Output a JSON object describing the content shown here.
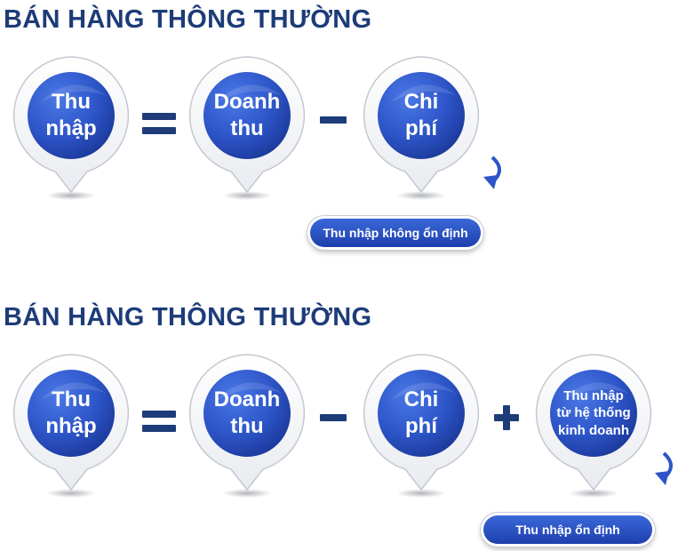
{
  "section1": {
    "title": "BÁN HÀNG THÔNG THƯỜNG",
    "bubbles": [
      {
        "line1": "Thu",
        "line2": "nhập"
      },
      {
        "line1": "Doanh",
        "line2": "thu"
      },
      {
        "line1": "Chi",
        "line2": "phí"
      }
    ],
    "result": "Thu nhập không ổn định"
  },
  "section2": {
    "title": "BÁN HÀNG THÔNG THƯỜNG",
    "bubbles": [
      {
        "line1": "Thu",
        "line2": "nhập"
      },
      {
        "line1": "Doanh",
        "line2": "thu"
      },
      {
        "line1": "Chi",
        "line2": "phí"
      },
      {
        "line1": "Thu nhập",
        "line2": "từ hệ thống",
        "line3": "kinh doanh"
      }
    ],
    "result": "Thu nhập ổn định"
  },
  "colors": {
    "heading": "#1d3c78",
    "bubble_fill": "#2d55c8",
    "pill_fill": "#2b51c4"
  }
}
